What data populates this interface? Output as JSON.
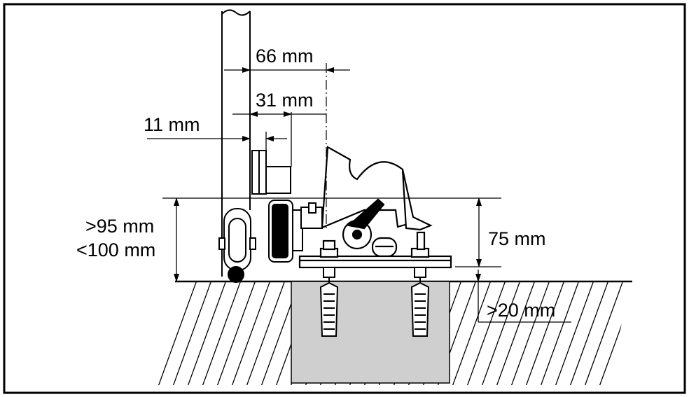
{
  "labels": {
    "dim_66": "66 mm",
    "dim_31": "31 mm",
    "dim_11": "11 mm",
    "dim_95": ">95 mm",
    "dim_100": "<100 mm",
    "dim_75": "75 mm",
    "dim_20": ">20 mm"
  },
  "colors": {
    "line": "#000000",
    "concrete": "#cfcfcf",
    "background": "#ffffff"
  }
}
